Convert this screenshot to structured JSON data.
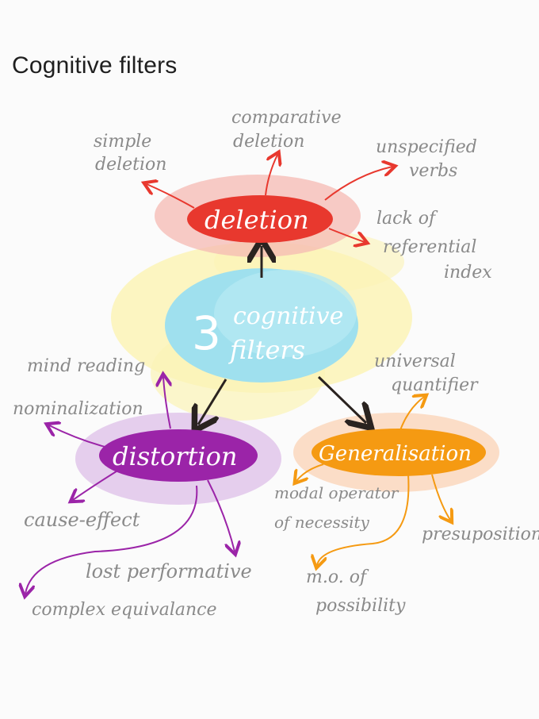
{
  "page": {
    "title": "Cognitive filters"
  },
  "center": {
    "number": "3",
    "line1": "cognitive",
    "line2": "filters"
  },
  "deletion": {
    "label": "deletion",
    "color": "#e8382e",
    "halo": "#f6b9b3",
    "children": [
      "simple deletion",
      "comparative deletion",
      "unspecified verbs",
      "lack of referential index"
    ]
  },
  "distortion": {
    "label": "distortion",
    "color": "#9b24a8",
    "halo": "#e0c3ea",
    "children": [
      "mind reading",
      "nominalization",
      "cause-effect",
      "lost performative",
      "complex equivalance"
    ]
  },
  "generalisation": {
    "label": "Generalisation",
    "color": "#f59a12",
    "halo": "#fbd3b5",
    "children": [
      "universal quantifier",
      "modal operator of necessity",
      "m.o. of possibility",
      "presuposition"
    ]
  },
  "colors": {
    "center": "#9fe0ee",
    "glow": "#fbf3b6",
    "arrow": "#2a2320",
    "label_text": "#8a8a8a"
  }
}
